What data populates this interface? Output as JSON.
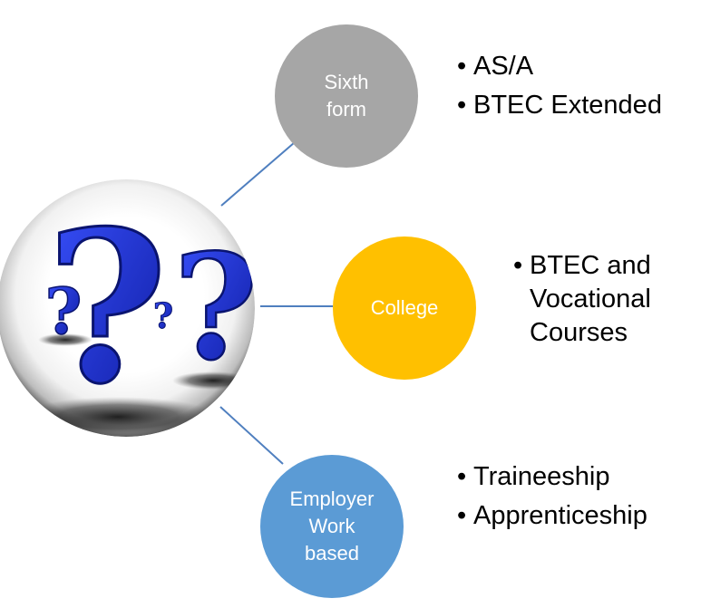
{
  "colors": {
    "connector": "#4f7fbf",
    "node_sixth": "#a6a6a6",
    "node_college": "#ffc000",
    "node_employer": "#5b9bd5",
    "question_marks": "#1f2dc8"
  },
  "center_image": {
    "icon": "question-marks-icon"
  },
  "nodes": [
    {
      "id": "sixth",
      "label": "Sixth\nform",
      "bullets": [
        "AS/A",
        "BTEC Extended"
      ]
    },
    {
      "id": "college",
      "label": "College",
      "bullets": [
        "BTEC and\nVocational\nCourses"
      ]
    },
    {
      "id": "employer",
      "label": "Employer\nWork\nbased",
      "bullets": [
        "Traineeship",
        "Apprenticeship"
      ]
    }
  ]
}
